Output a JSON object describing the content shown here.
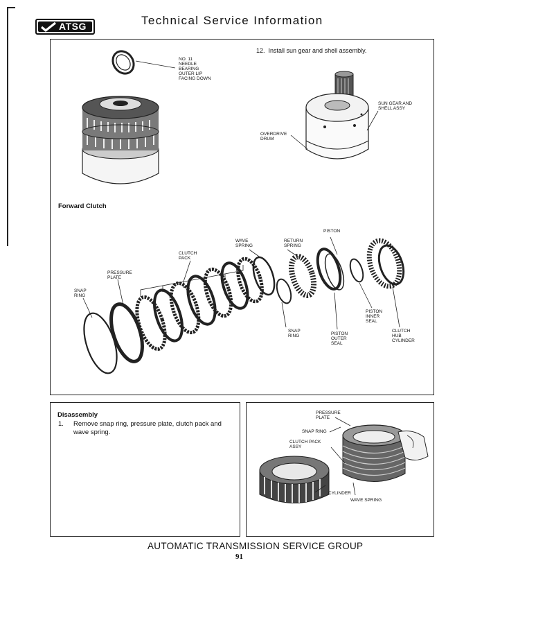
{
  "header": {
    "logo_text": "ATSG",
    "title": "Technical Service Information"
  },
  "top_panel": {
    "step_text": "12.  Install sun gear and shell assembly.",
    "heading": "Forward Clutch",
    "labels": {
      "needle_bearing": "NO. 11\nNEEDLE\nBEARING\nOUTER LIP\nFACING DOWN",
      "sun_gear": "SUN GEAR AND\nSHELL ASSY",
      "overdrive_drum": "OVERDRIVE\nDRUM",
      "piston": "PISTON",
      "wave_spring": "WAVE\nSPRING",
      "return_spring": "RETURN\nSPRING",
      "clutch_pack": "CLUTCH\nPACK",
      "pressure_plate": "PRESSURE\nPLATE",
      "snap_ring": "SNAP\nRING",
      "snap_ring_2": "SNAP\nRING",
      "piston_outer_seal": "PISTON\nOUTER\nSEAL",
      "piston_inner_seal": "PISTON\nINNER\nSEAL",
      "clutch_hub_cylinder": "CLUTCH\nHUB\nCYLINDER"
    }
  },
  "disassembly": {
    "heading": "Disassembly",
    "step_number": "1.",
    "step_text": "Remove snap ring, pressure plate, clutch pack and wave spring."
  },
  "photo_labels": {
    "pressure_plate": "PRESSURE\nPLATE",
    "snap_ring": "SNAP RING",
    "clutch_pack_assy": "CLUTCH PACK\nASSY",
    "cylinder": "CYLINDER",
    "wave_spring": "WAVE SPRING"
  },
  "footer": {
    "group": "AUTOMATIC TRANSMISSION SERVICE GROUP",
    "page_number": "91"
  }
}
